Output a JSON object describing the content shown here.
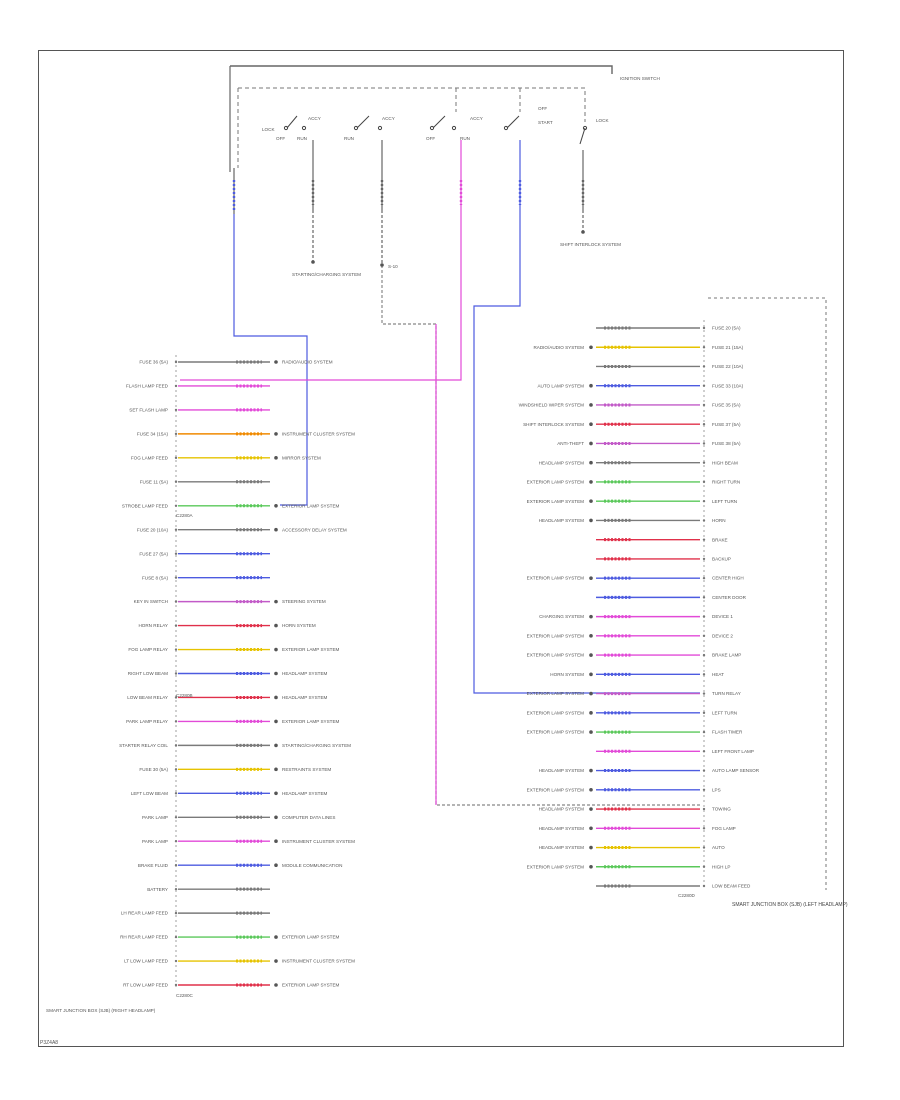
{
  "page_code": "P3Z4A8",
  "ignition": {
    "label": "IGNITION SWITCH",
    "terminals": {
      "sw1": [
        "OFF",
        "LOCK",
        "RUN",
        "ACCY"
      ],
      "sw2": [
        "RUN",
        "ACCY"
      ],
      "sw3": [
        "OFF",
        "ACCY",
        "RUN"
      ],
      "sw4": [
        "OFF",
        "START"
      ],
      "sw5": [
        "LOCK"
      ]
    },
    "downstream": [
      {
        "label": "STARTING/CHARGING SYSTEM"
      },
      {
        "label": "S-10"
      },
      {
        "label": "SHIFT INTERLOCK SYSTEM"
      }
    ]
  },
  "left_module": {
    "caption": "SMART JUNCTION BOX (SJB) (RIGHT HEADLAMP)",
    "connectors": [
      "C2280A",
      "C2280B",
      "C2280C"
    ],
    "pins": [
      {
        "label": "FUSE 36 (5A)",
        "color": "#7a7a7a",
        "dest": "RADIO/AUDIO SYSTEM"
      },
      {
        "label": "FLASH LAMP FEED",
        "color": "#e24ad8",
        "dest": ""
      },
      {
        "label": "SET FLASH LAMP",
        "color": "#e24ad8",
        "dest": ""
      },
      {
        "label": "FUSE 34 (15A)",
        "color": "#f08a00",
        "dest": "INSTRUMENT CLUSTER SYSTEM"
      },
      {
        "label": "FOG LAMP FEED",
        "color": "#e6c300",
        "dest": "MIRROR SYSTEM"
      },
      {
        "label": "FUSE 11 (5A)",
        "color": "#7a7a7a",
        "dest": ""
      },
      {
        "label": "STROBE LAMP FEED",
        "color": "#5ac85a",
        "dest": "EXTERIOR LAMP SYSTEM"
      },
      {
        "label": "FUSE 20 (10A)",
        "color": "#7a7a7a",
        "dest": "ACCESSORY DELAY SYSTEM"
      },
      {
        "label": "FUSE 27 (5A)",
        "color": "#4d5be0",
        "dest": ""
      },
      {
        "label": "FUSE 8 (5A)",
        "color": "#4d5be0",
        "dest": ""
      },
      {
        "label": "KEY IN SWITCH",
        "color": "#c25ac8",
        "dest": "STEERING SYSTEM"
      },
      {
        "label": "HORN RELAY",
        "color": "#e0304a",
        "dest": "HORN SYSTEM"
      },
      {
        "label": "FOG LAMP RELAY",
        "color": "#e6c300",
        "dest": "EXTERIOR LAMP SYSTEM"
      },
      {
        "label": "RIGHT LOW BEAM",
        "color": "#4d5be0",
        "dest": "HEADLAMP SYSTEM"
      },
      {
        "label": "LOW BEAM RELAY",
        "color": "#e0304a",
        "dest": "HEADLAMP SYSTEM"
      },
      {
        "label": "PARK LAMP RELAY",
        "color": "#e24ad8",
        "dest": "EXTERIOR LAMP SYSTEM"
      },
      {
        "label": "STARTER RELAY COIL",
        "color": "#7a7a7a",
        "dest": "STARTING/CHARGING SYSTEM"
      },
      {
        "label": "FUSE 30 (5A)",
        "color": "#e6c300",
        "dest": "RESTRAINTS SYSTEM"
      },
      {
        "label": "LEFT LOW BEAM",
        "color": "#4d5be0",
        "dest": "HEADLAMP SYSTEM"
      },
      {
        "label": "PARK LAMP",
        "color": "#7a7a7a",
        "dest": "COMPUTER DATA LINES"
      },
      {
        "label": "PARK LAMP",
        "color": "#e24ad8",
        "dest": "INSTRUMENT CLUSTER SYSTEM"
      },
      {
        "label": "BRAKE FLUID",
        "color": "#4d5be0",
        "dest": "MODULE COMMUNICATION"
      },
      {
        "label": "BATTERY",
        "color": "#7a7a7a",
        "dest": ""
      },
      {
        "label": "LH REAR LAMP FEED",
        "color": "#7a7a7a",
        "dest": ""
      },
      {
        "label": "RH REAR LAMP FEED",
        "color": "#5ac85a",
        "dest": "EXTERIOR LAMP SYSTEM"
      },
      {
        "label": "LT LOW LAMP FEED",
        "color": "#e6c300",
        "dest": "INSTRUMENT CLUSTER SYSTEM"
      },
      {
        "label": "RT LOW LAMP FEED",
        "color": "#e0304a",
        "dest": "EXTERIOR LAMP SYSTEM"
      }
    ]
  },
  "right_module": {
    "caption": "SMART JUNCTION BOX (SJB) (LEFT HEADLAMP)",
    "connector": "C2280D",
    "pins": [
      {
        "label": "FUSE 20 (5A)",
        "color": "#7a7a7a",
        "dest": ""
      },
      {
        "label": "FUSE 21 (15A)",
        "color": "#e6c300",
        "dest": "RADIO/AUDIO SYSTEM"
      },
      {
        "label": "FUSE 22 (10A)",
        "color": "#7a7a7a",
        "dest": ""
      },
      {
        "label": "FUSE 33 (10A)",
        "color": "#4d5be0",
        "dest": "AUTO LAMP SYSTEM"
      },
      {
        "label": "FUSE 35 (5A)",
        "color": "#c25ac8",
        "dest": "WINDSHIELD WIPER SYSTEM"
      },
      {
        "label": "FUSE 37 (5A)",
        "color": "#e0304a",
        "dest": "SHIFT INTERLOCK SYSTEM"
      },
      {
        "label": "FUSE 38 (5A)",
        "color": "#c25ac8",
        "dest": "ANTI-THEFT"
      },
      {
        "label": "HIGH BEAM",
        "color": "#7a7a7a",
        "dest": "HEADLAMP SYSTEM"
      },
      {
        "label": "RIGHT TURN",
        "color": "#5ac85a",
        "dest": "EXTERIOR LAMP SYSTEM"
      },
      {
        "label": "LEFT TURN",
        "color": "#5ac85a",
        "dest": "EXTERIOR LAMP SYSTEM"
      },
      {
        "label": "HORN",
        "color": "#7a7a7a",
        "dest": "HEADLAMP SYSTEM"
      },
      {
        "label": "BRAKE",
        "color": "#e0304a",
        "dest": ""
      },
      {
        "label": "BACKUP",
        "color": "#e0304a",
        "dest": ""
      },
      {
        "label": "CENTER HIGH",
        "color": "#4d5be0",
        "dest": "EXTERIOR LAMP SYSTEM"
      },
      {
        "label": "CENTER DOOR",
        "color": "#4d5be0",
        "dest": ""
      },
      {
        "label": "DEVICE 1",
        "color": "#e24ad8",
        "dest": "CHARGING SYSTEM"
      },
      {
        "label": "DEVICE 2",
        "color": "#e24ad8",
        "dest": "EXTERIOR LAMP SYSTEM"
      },
      {
        "label": "BRAKE LAMP",
        "color": "#e24ad8",
        "dest": "EXTERIOR LAMP SYSTEM"
      },
      {
        "label": "HEAT",
        "color": "#4d5be0",
        "dest": "HORN SYSTEM"
      },
      {
        "label": "TURN RELAY",
        "color": "#c25ac8",
        "dest": "EXTERIOR LAMP SYSTEM"
      },
      {
        "label": "LEFT TURN",
        "color": "#4d5be0",
        "dest": "EXTERIOR LAMP SYSTEM"
      },
      {
        "label": "FLASH TIMER",
        "color": "#5ac85a",
        "dest": "EXTERIOR LAMP SYSTEM"
      },
      {
        "label": "LEFT FRONT LAMP",
        "color": "#e24ad8",
        "dest": ""
      },
      {
        "label": "AUTO LAMP SENSOR",
        "color": "#4d5be0",
        "dest": "HEADLAMP SYSTEM"
      },
      {
        "label": "LPS",
        "color": "#4d5be0",
        "dest": "EXTERIOR LAMP SYSTEM"
      },
      {
        "label": "TOWING",
        "color": "#e0304a",
        "dest": "HEADLAMP SYSTEM"
      },
      {
        "label": "FOG LAMP",
        "color": "#e24ad8",
        "dest": "HEADLAMP SYSTEM"
      },
      {
        "label": "AUTO",
        "color": "#e6c300",
        "dest": "HEADLAMP SYSTEM"
      },
      {
        "label": "HIGH LP",
        "color": "#5ac85a",
        "dest": "EXTERIOR LAMP SYSTEM"
      },
      {
        "label": "LOW BEAM FEED",
        "color": "#7a7a7a",
        "dest": ""
      }
    ]
  }
}
